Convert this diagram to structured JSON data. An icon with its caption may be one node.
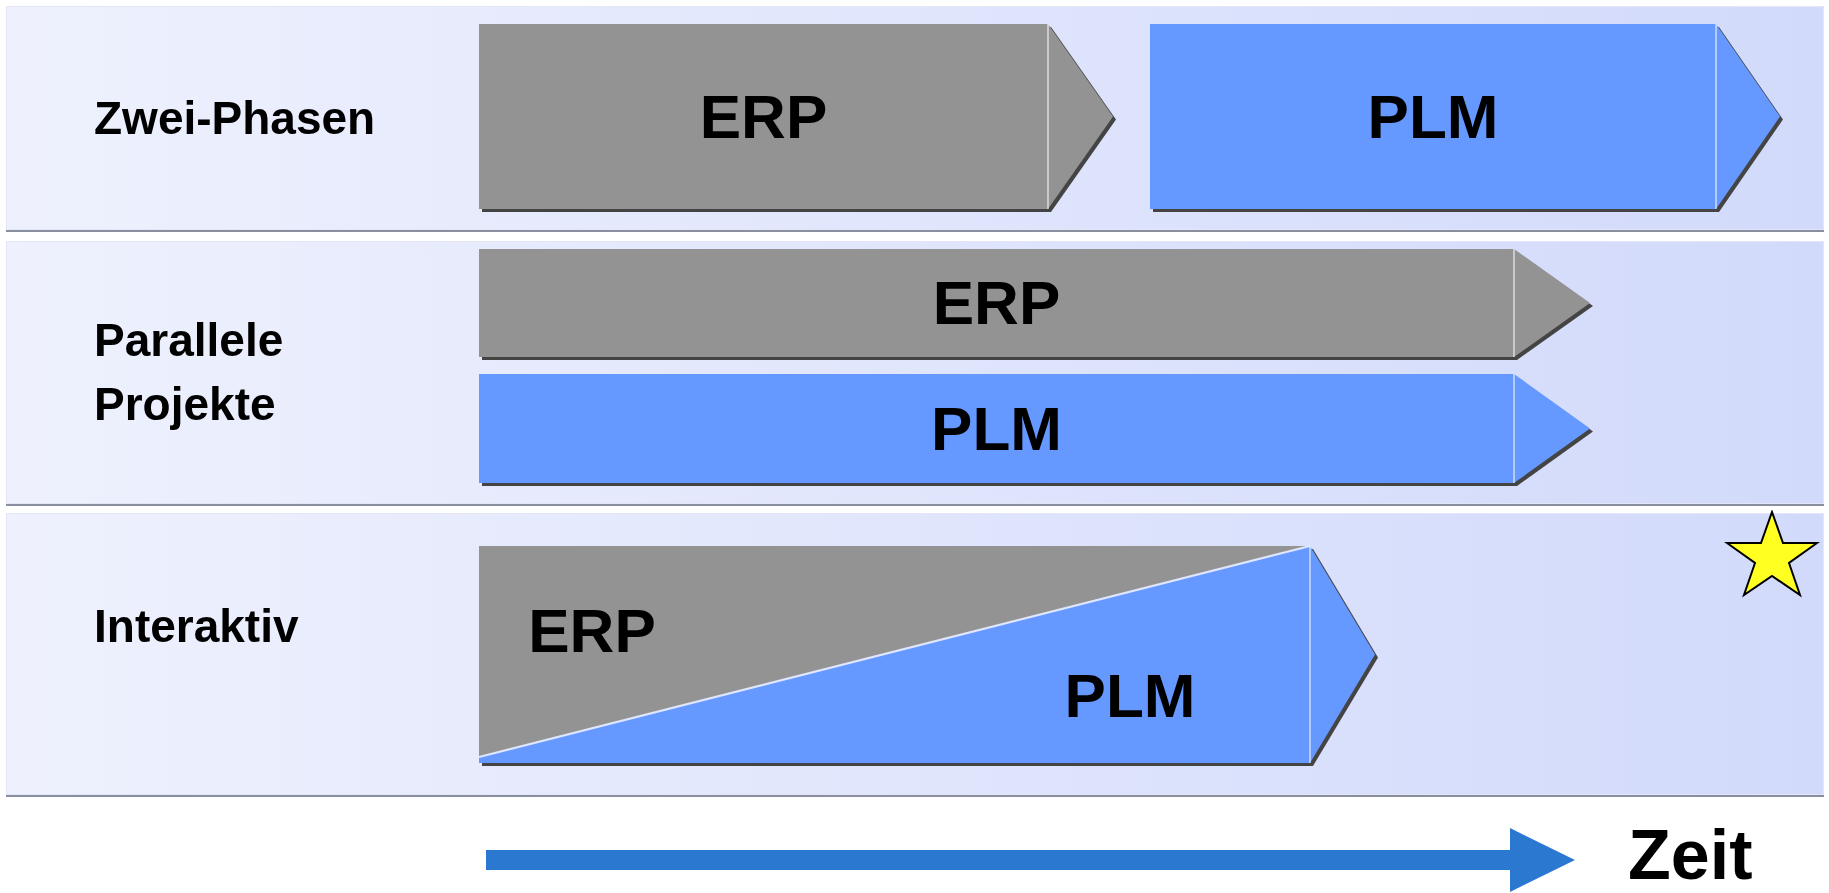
{
  "diagram": {
    "nodes": [
      {
        "text": [
          "Zwei-Phasen"
        ]
      },
      {
        "text": [
          "ERP"
        ],
        "in": 0
      },
      {
        "text": [
          "PLM"
        ],
        "in": 0
      },
      {
        "text": [
          "Parallele Projekte"
        ]
      },
      {
        "text": [
          "ERP"
        ],
        "in": 3
      },
      {
        "text": [
          "PLM"
        ],
        "in": 3
      },
      {
        "text": [
          "Interaktiv"
        ]
      },
      {
        "text": [
          "ERP",
          "PLM"
        ],
        "in": 6
      }
    ],
    "edges": [],
    "labels": [
      "Zeit"
    ]
  }
}
